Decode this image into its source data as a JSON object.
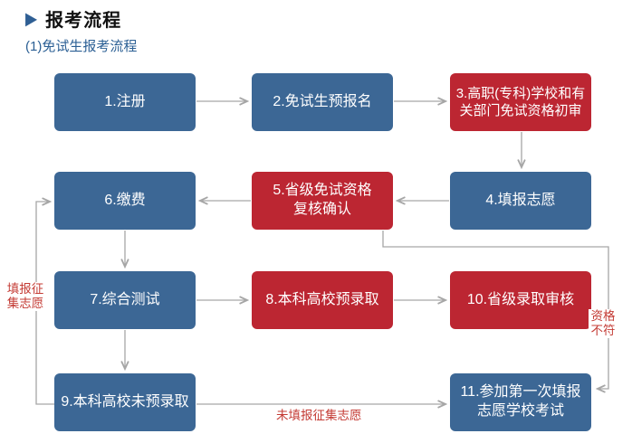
{
  "page": {
    "title": "报考流程",
    "title_icon": "▶",
    "subtitle": "(1)免试生报考流程"
  },
  "colors": {
    "node_blue": "#3c6795",
    "node_red": "#bc2632",
    "connector_gray": "#a6a6a6",
    "edge_label_red": "#c43c35",
    "title_icon_blue": "#2f5f94",
    "subtitle_blue": "#2b5f94"
  },
  "flow": {
    "nodes": [
      {
        "label": "1.注册",
        "color": "blue"
      },
      {
        "label": "2.免试生预报名",
        "color": "blue"
      },
      {
        "label": "3.高职(专科)学校和有\n关部门免试资格初审",
        "color": "red"
      },
      {
        "label": "4.填报志愿",
        "color": "blue"
      },
      {
        "label": "5.省级免试资格\n复核确认",
        "color": "red"
      },
      {
        "label": "6.缴费",
        "color": "blue"
      },
      {
        "label": "7.综合测试",
        "color": "blue"
      },
      {
        "label": "8.本科高校预录取",
        "color": "red"
      },
      {
        "label": "9.本科高校未预录取",
        "color": "blue"
      },
      {
        "label": "10.省级录取审核",
        "color": "red"
      },
      {
        "label": "11.参加第一次填报\n志愿学校考试",
        "color": "blue"
      }
    ],
    "edge_labels": {
      "resubmit_preference": "填报征\n集志愿",
      "no_resubmit_preference": "未填报征集志愿",
      "qualification_mismatch": "资格\n不符"
    }
  }
}
